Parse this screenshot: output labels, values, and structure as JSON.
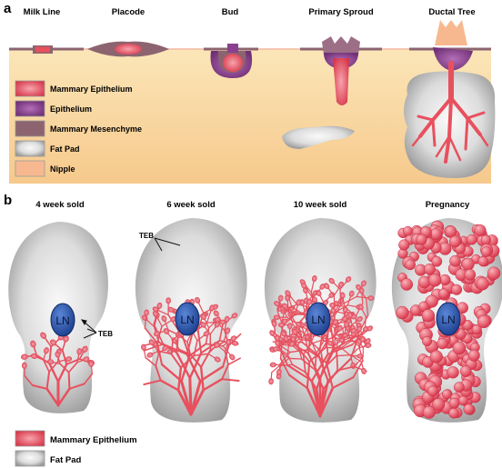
{
  "panel_a": {
    "letter": "a",
    "stages": [
      "Milk Line",
      "Placode",
      "Bud",
      "Primary Sproud",
      "Ductal Tree"
    ],
    "legend": [
      {
        "label": "Mammary Epithelium",
        "color": "#e8505e"
      },
      {
        "label": "Epithelium",
        "color": "#8a3f8f"
      },
      {
        "label": "Mammary Mesenchyme",
        "color": "#8c6470"
      },
      {
        "label": "Fat Pad",
        "color": "#c8c8c8"
      },
      {
        "label": "Nipple",
        "color": "#f7b890"
      }
    ]
  },
  "panel_b": {
    "letter": "b",
    "stages": [
      "4 week sold",
      "6 week sold",
      "10 week sold",
      "Pregnancy"
    ],
    "node_label": "LN",
    "teb_label": "TEB",
    "legend": [
      {
        "label": "Mammary Epithelium",
        "color": "#e8505e"
      },
      {
        "label": "Fat Pad",
        "color": "#c8c8c8"
      }
    ]
  }
}
